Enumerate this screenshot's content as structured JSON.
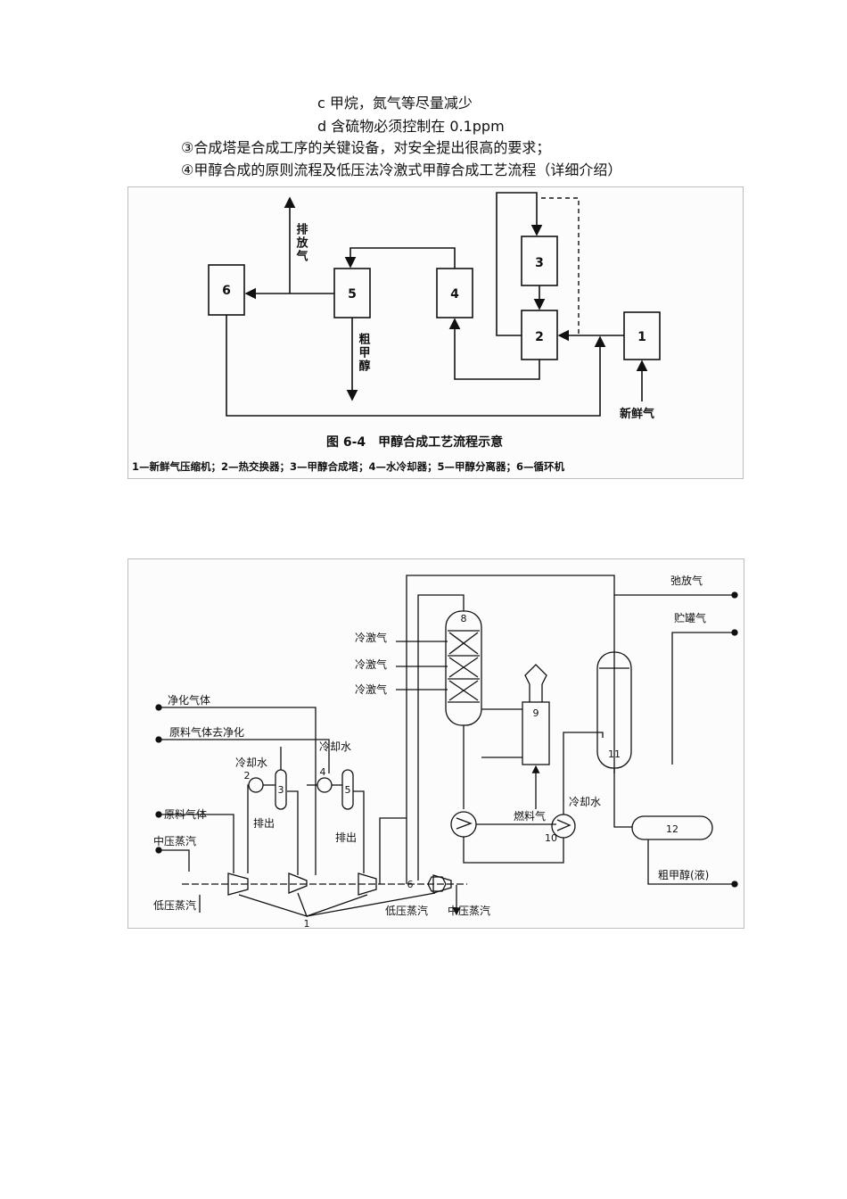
{
  "text": {
    "line1": "c 甲烷，氮气等尽量减少",
    "line2": "d 含硫物必须控制在 0.1ppm",
    "line3": "③合成塔是合成工序的关键设备，对安全提出很高的要求；",
    "line4": "④甲醇合成的原则流程及低压法冷激式甲醇合成工艺流程（详细介绍）"
  },
  "fig1": {
    "boxes": [
      "1",
      "2",
      "3",
      "4",
      "5",
      "6"
    ],
    "vent_label": "排放气",
    "product_label": "粗甲醇",
    "feed_label": "新鲜气",
    "caption": "图 6-4　甲醇合成工艺流程示意",
    "legend": "1—新鲜气压缩机；2—热交换器；3—甲醇合成塔；4—水冷却器；5—甲醇分离器；6—循环机"
  },
  "fig2": {
    "labels": {
      "purge": "弛放气",
      "tank_gas": "贮罐气",
      "clean_gas": "净化气体",
      "raw_to_purify": "原料气体去净化",
      "raw_gas": "原料气体",
      "mp_steam": "中压蒸汽",
      "lp_steam": "低压蒸汽",
      "quench": "冷激气",
      "cooling_water": "冷却水",
      "discharge": "排出",
      "fuel_gas": "燃料气",
      "lp_steam2": "低压蒸汽",
      "mp_steam2": "中压蒸汽",
      "crude": "粗甲醇(液)"
    },
    "numbers": [
      "1",
      "2",
      "3",
      "4",
      "5",
      "6",
      "8",
      "9",
      "10",
      "11",
      "12"
    ]
  }
}
